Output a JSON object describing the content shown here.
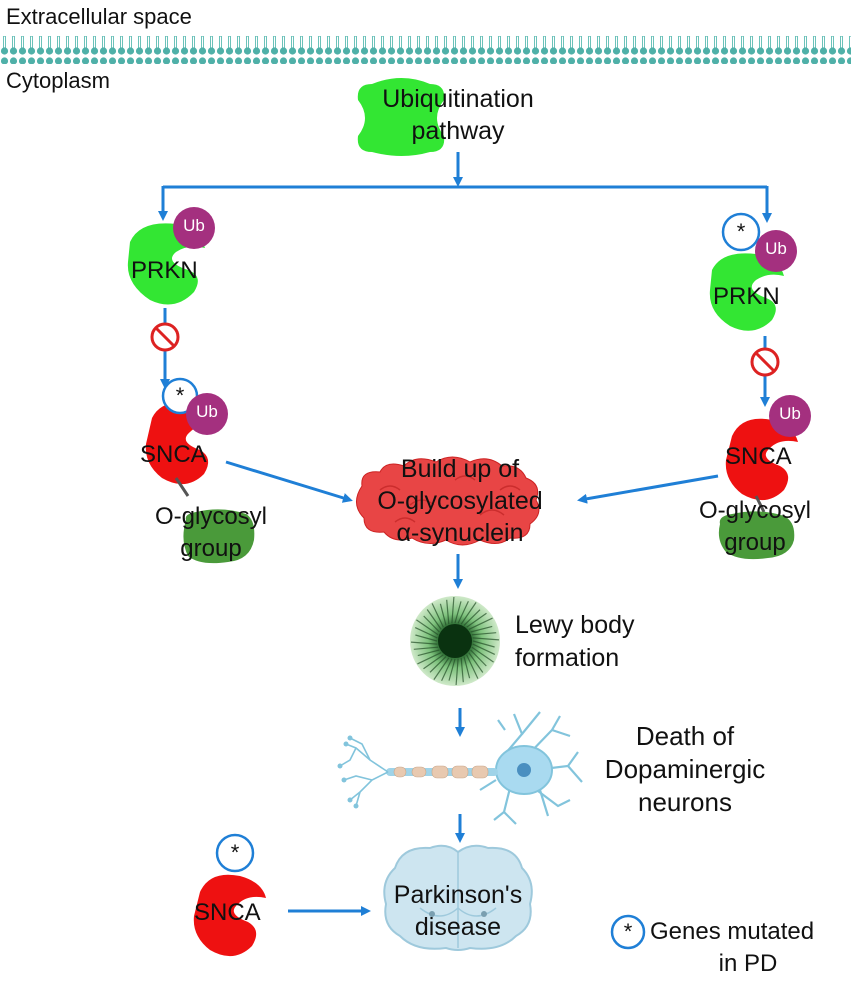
{
  "compartments": {
    "extracellular": "Extracellular space",
    "cytoplasm": "Cytoplasm"
  },
  "ubiquitination": {
    "line1": "Ubiquitination",
    "line2": "pathway"
  },
  "ub_tag": "Ub",
  "mutation_mark": "*",
  "left_branch": {
    "prkn": "PRKN",
    "snca": "SNCA",
    "glyco_line1": "O-glycosyl",
    "glyco_line2": "group"
  },
  "right_branch": {
    "prkn": "PRKN",
    "snca": "SNCA",
    "glyco_line1": "O-glycosyl",
    "glyco_line2": "group"
  },
  "buildup": {
    "line1": "Build up of",
    "line2": "O-glycosylated",
    "line3": "α-synuclein"
  },
  "lewy": {
    "line1": "Lewy body",
    "line2": "formation"
  },
  "death": {
    "line1": "Death of",
    "line2": "Dopaminergic",
    "line3": "neurons"
  },
  "pd_snca": "SNCA",
  "parkinsons": {
    "line1": "Parkinson's",
    "line2": "disease"
  },
  "legend": {
    "line1": "Genes mutated",
    "line2": "in PD"
  },
  "colors": {
    "arrow": "#1f7fd6",
    "green_protein": "#33e633",
    "red_protein": "#ee1111",
    "ub_circle": "#a4307f",
    "glyco": "#4a9a3a",
    "inhibit": "#dd2222",
    "membrane": "#4fb0a8"
  }
}
